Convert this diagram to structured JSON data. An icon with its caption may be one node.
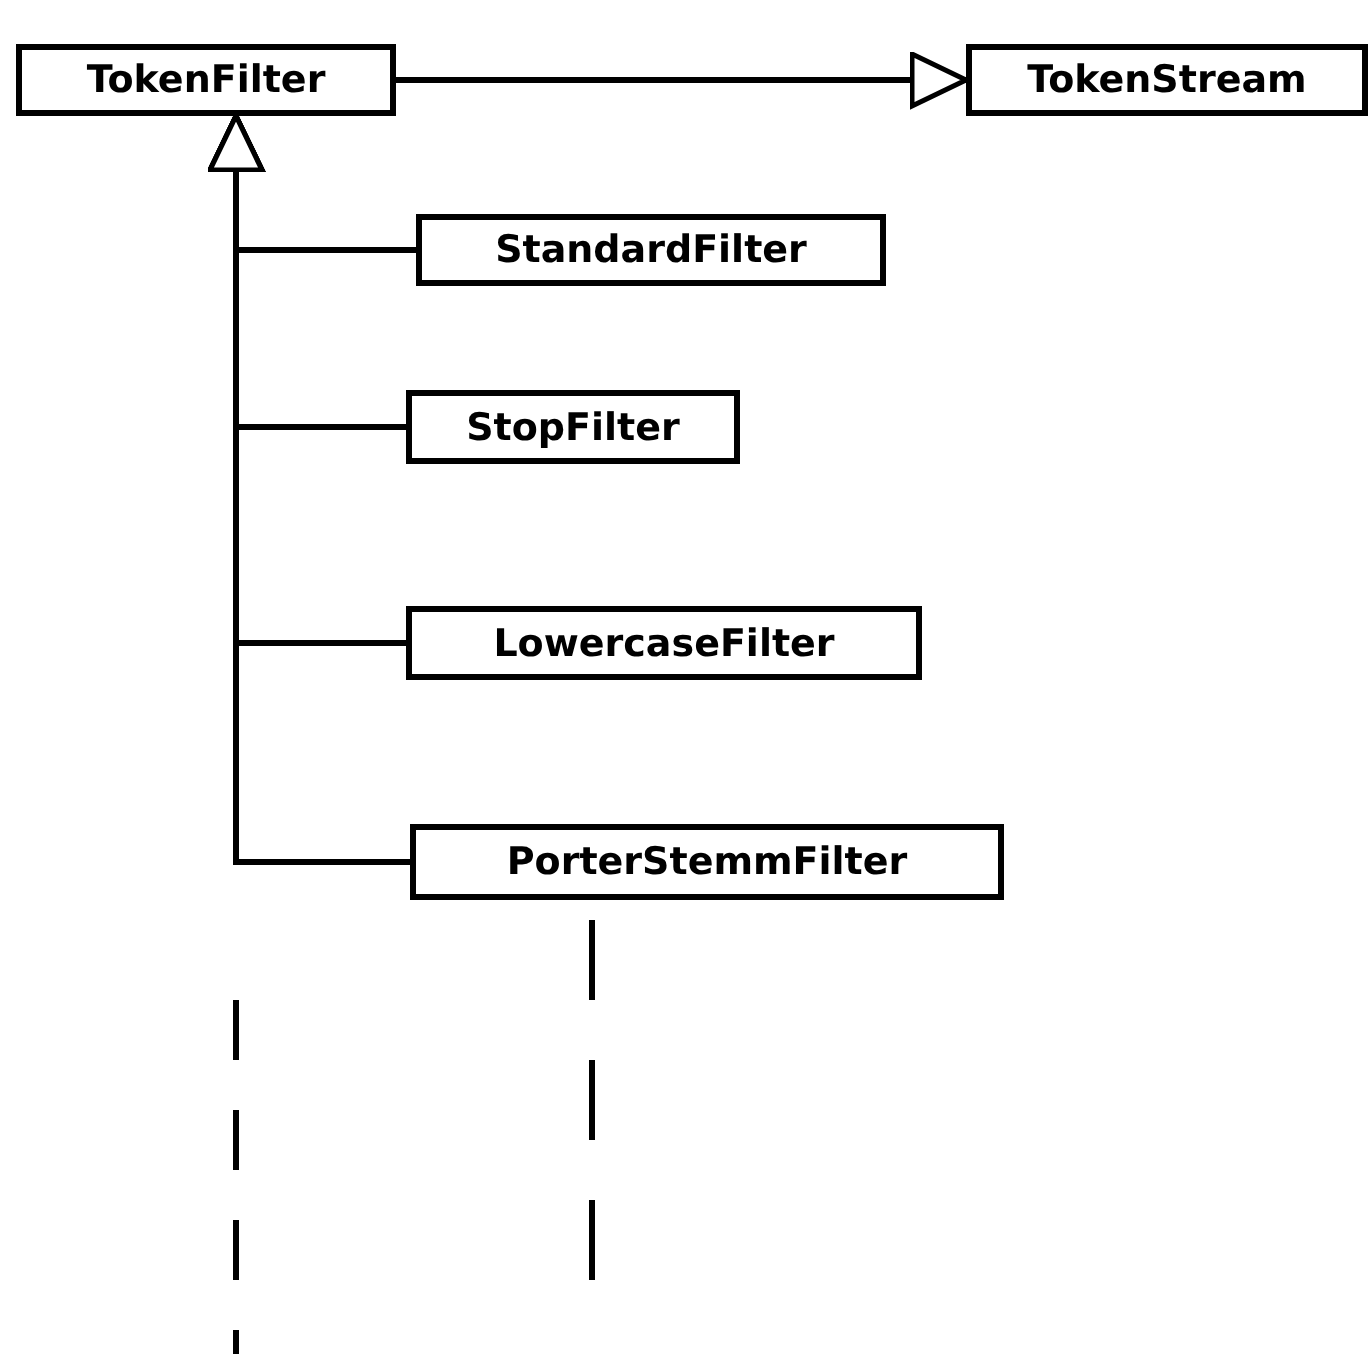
{
  "diagram": {
    "nodes": [
      {
        "text": [
          "TokenFilter"
        ]
      },
      {
        "text": [
          "TokenStream"
        ]
      },
      {
        "text": [
          "StandardFilter"
        ]
      },
      {
        "text": [
          "StopFilter"
        ]
      },
      {
        "text": [
          "LowercaseFilter"
        ]
      },
      {
        "text": [
          "PorterStemmFilter"
        ]
      }
    ],
    "edges": [
      {
        "from": 0,
        "to": 1,
        "arrow": "to"
      },
      {
        "from": 2,
        "to": 0,
        "arrow": "to"
      },
      {
        "from": 3,
        "to": 0,
        "arrow": "to"
      },
      {
        "from": 4,
        "to": 0,
        "arrow": "to"
      },
      {
        "from": 5,
        "to": 0,
        "arrow": "to"
      }
    ]
  }
}
